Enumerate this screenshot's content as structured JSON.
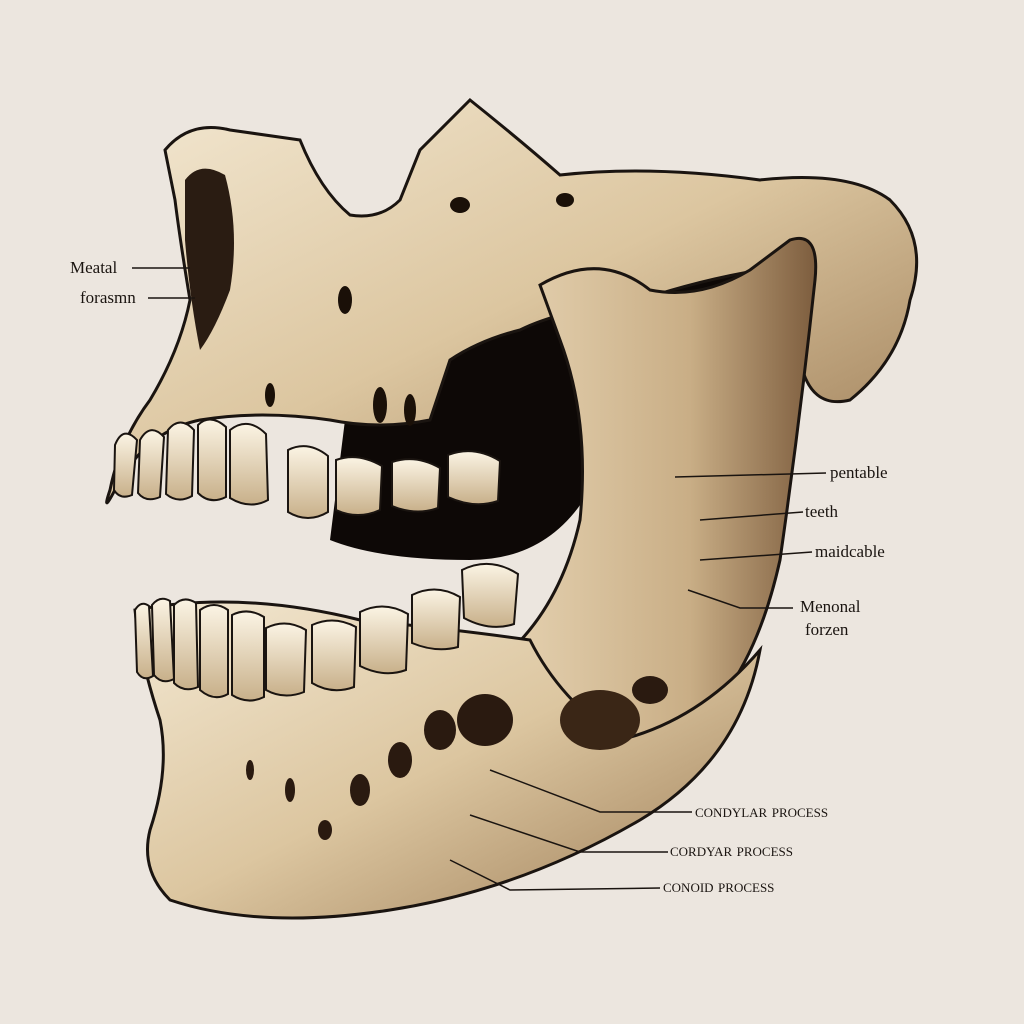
{
  "labels": {
    "mental_foramen_line1": "Meatal",
    "mental_foramen_line2": "forasmn",
    "pentable": "pentable",
    "teeth": "teeth",
    "maidcable": "maidcable",
    "menonal_line1": "Menonal",
    "menonal_line2": "forzen",
    "condylar_1": "condylar process",
    "condylar_2": "cordyar process",
    "conoid": "conoid process"
  },
  "colors": {
    "background": "#ece6df",
    "bone_light": "#efe2c8",
    "bone_mid": "#d6c09a",
    "bone_shadow": "#8a6c4a",
    "ink": "#1a1410",
    "cavity": "#0d0806"
  }
}
